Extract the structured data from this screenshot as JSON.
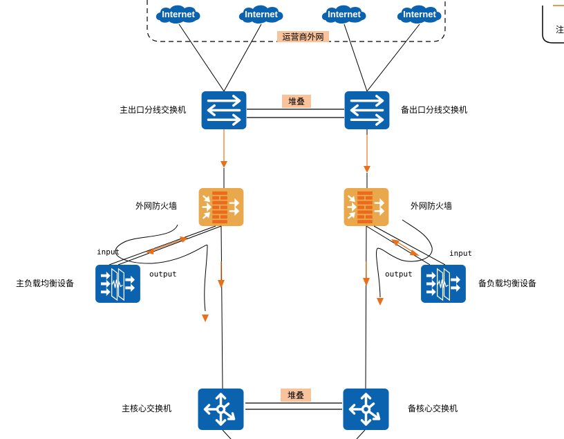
{
  "colors": {
    "device_blue": "#0b62ae",
    "firewall_orange": "#e9a84c",
    "brick_orange": "#ec6a1c",
    "arrow_orange": "#e8701a",
    "tag_bg": "#f8c39b",
    "line": "#000000"
  },
  "clouds": [
    {
      "label": "Internet",
      "icon": "cloud-icon"
    },
    {
      "label": "Internet",
      "icon": "cloud-icon"
    },
    {
      "label": "Internet",
      "icon": "cloud-icon"
    },
    {
      "label": "Internet",
      "icon": "cloud-icon"
    }
  ],
  "isp_zone": {
    "label": "运营商外网"
  },
  "note_box": {
    "label": "注"
  },
  "stack_tags": {
    "top": "堆叠",
    "bottom": "堆叠"
  },
  "devices": {
    "primary_egress_switch": {
      "label": "主出口分线交换机",
      "icon": "switch-icon"
    },
    "backup_egress_switch": {
      "label": "备出口分线交换机",
      "icon": "switch-icon"
    },
    "primary_firewall": {
      "label": "外网防火墙",
      "icon": "firewall-icon"
    },
    "backup_firewall": {
      "label": "外网防火墙",
      "icon": "firewall-icon"
    },
    "primary_load_balancer": {
      "label": "主负载均衡设备",
      "icon": "load-balancer-icon"
    },
    "backup_load_balancer": {
      "label": "备负载均衡设备",
      "icon": "load-balancer-icon"
    },
    "primary_core_switch": {
      "label": "主核心交换机",
      "icon": "router-icon"
    },
    "backup_core_switch": {
      "label": "备核心交换机",
      "icon": "router-icon"
    }
  },
  "flow_labels": {
    "left_input": "input",
    "left_output": "output",
    "right_input": "input",
    "right_output": "output"
  }
}
